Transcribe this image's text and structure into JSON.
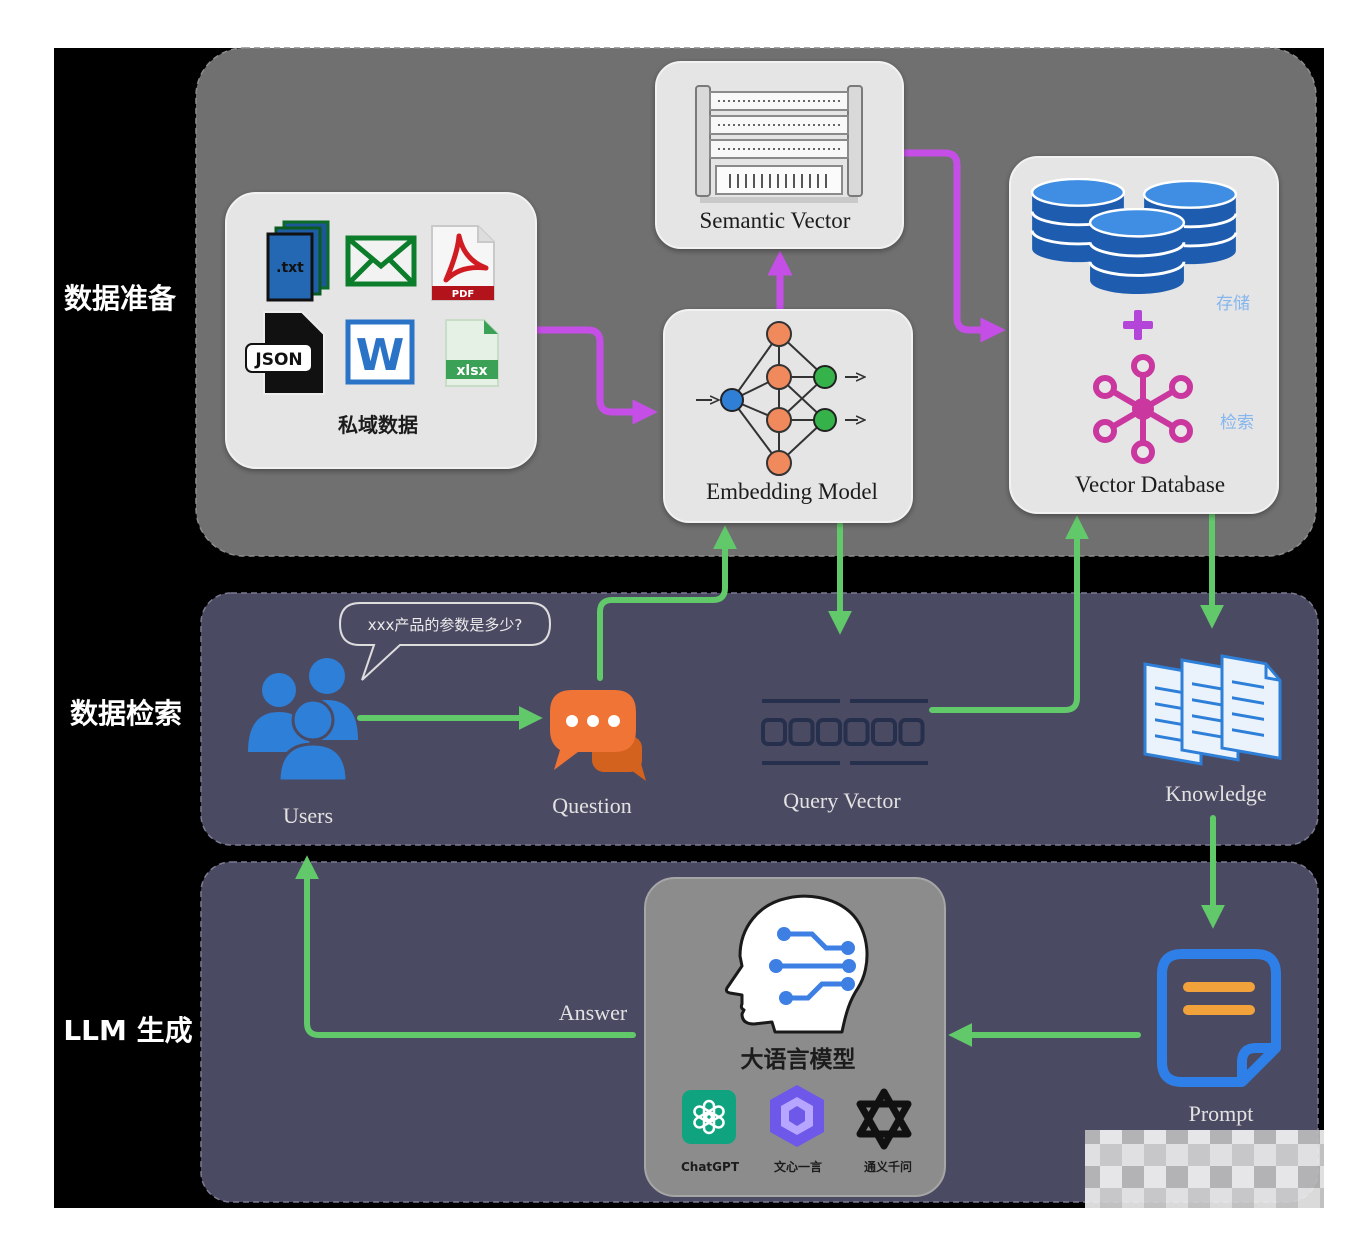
{
  "sections": {
    "preparation": "数据准备",
    "retrieval": "数据检索",
    "generation": "LLM 生成"
  },
  "private_data": {
    "label": "私域数据",
    "file_badges": {
      "txt": ".txt",
      "pdf": "PDF",
      "json": "JSON",
      "word": "W",
      "xlsx": "xlsx"
    },
    "icons": [
      "txt-file-icon",
      "email-icon",
      "pdf-file-icon",
      "json-file-icon",
      "word-file-icon",
      "xlsx-file-icon"
    ]
  },
  "semantic_vector": {
    "label": "Semantic Vector",
    "icon": "server-rack-icon"
  },
  "embedding_model": {
    "label": "Embedding Model",
    "icon": "neural-network-icon"
  },
  "vector_database": {
    "label": "Vector Database",
    "store_tag": "存储",
    "retrieve_tag": "检索",
    "icons": [
      "database-icon",
      "plus-icon",
      "hub-icon"
    ]
  },
  "retrieval_flow": {
    "user_question": "xxx产品的参数是多少?",
    "users": "Users",
    "question": "Question",
    "query_vector": "Query Vector",
    "knowledge": "Knowledge"
  },
  "generation_flow": {
    "llm_label": "大语言模型",
    "models": [
      "ChatGPT",
      "文心一言",
      "通义千问"
    ],
    "answer": "Answer",
    "prompt": "Prompt"
  },
  "colors": {
    "preparation_arrow": "#c54fe6",
    "retrieval_arrow": "#62c96b",
    "accent_blue": "#2e7fd8",
    "hub_magenta": "#c9379f",
    "panel_slate": "#4b4a63",
    "panel_grey": "#707070"
  }
}
